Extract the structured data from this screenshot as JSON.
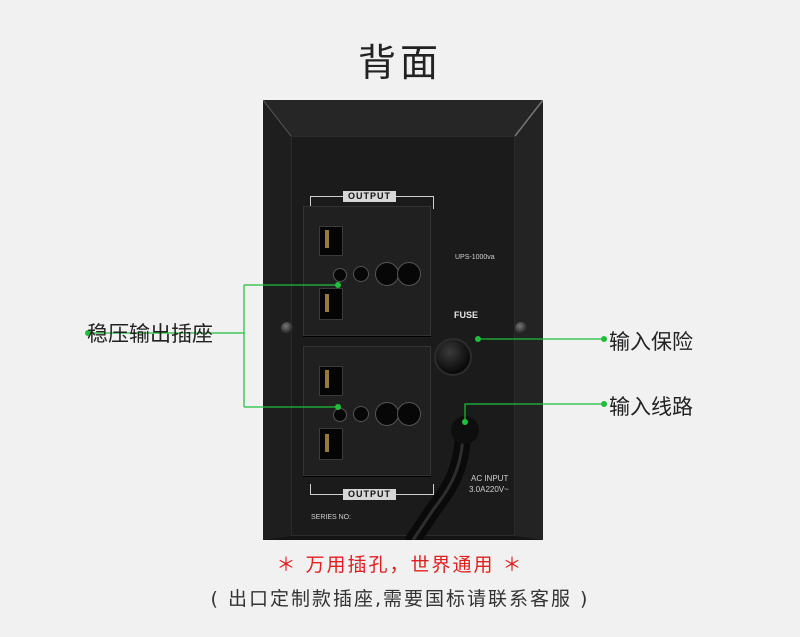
{
  "title": "背面",
  "device": {
    "model_text": "UPS-1000va",
    "output_label_top": "OUTPUT",
    "output_label_bottom": "OUTPUT",
    "fuse_label": "FUSE",
    "ac_input_line1": "AC INPUT",
    "ac_input_line2": "3.0A220V~",
    "series_label": "SERIES NO:"
  },
  "annotations": {
    "left": "稳压输出插座",
    "right_top": "输入保险",
    "right_bottom": "输入线路"
  },
  "captions": {
    "red": "＊ 万用插孔，世界通用 ＊",
    "gray": "( 出口定制款插座,需要国标请联系客服 )"
  },
  "colors": {
    "background": "#f1f1f1",
    "device": "#141414",
    "annotation_line": "#1fbf3a",
    "caption_red": "#e02020"
  }
}
